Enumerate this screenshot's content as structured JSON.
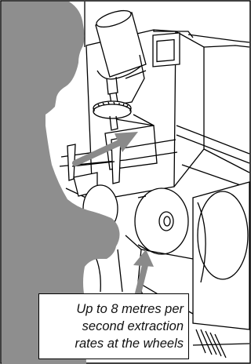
{
  "caption": {
    "lines": [
      "Up to 8 metres per",
      "second extraction",
      "rates at the wheels"
    ]
  },
  "colors": {
    "background": "#ffffff",
    "silhouette": "#8e8e8e",
    "arrow": "#8a8a8a",
    "lines": "#000000"
  },
  "icons": [
    "operator-silhouette",
    "extraction-arrow-upper",
    "extraction-arrow-lower"
  ]
}
